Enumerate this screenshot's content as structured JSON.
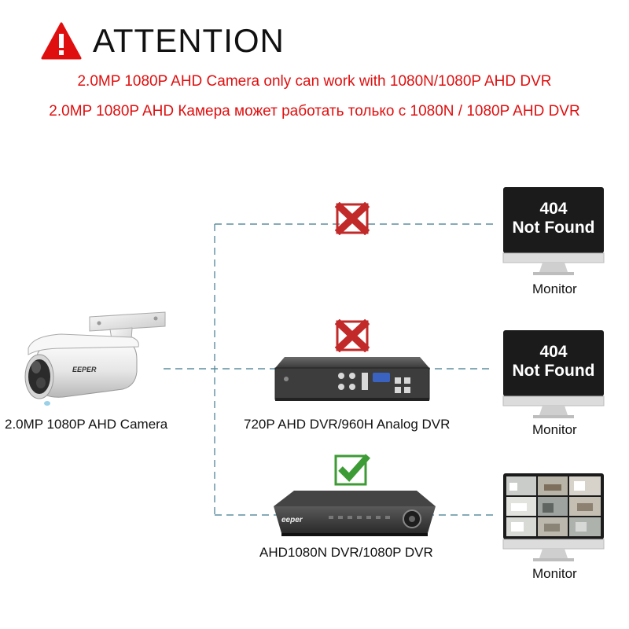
{
  "header": {
    "title": "ATTENTION",
    "note_en": "2.0MP 1080P AHD Camera only can work with 1080N/1080P AHD DVR",
    "note_ru": "2.0MP 1080P AHD Камера может работать только с 1080N / 1080P AHD DVR"
  },
  "camera": {
    "label": "2.0MP 1080P AHD Camera",
    "brand": "EEPER"
  },
  "dvrs": [
    {
      "label": "720P AHD DVR/960H Analog DVR",
      "status": "incompatible"
    },
    {
      "label": "AHD1080N DVR/1080P DVR",
      "status": "compatible",
      "brand": "eeper"
    }
  ],
  "monitors": [
    {
      "label": "Monitor",
      "screen_line1": "404",
      "screen_line2": "Not Found"
    },
    {
      "label": "Monitor",
      "screen_line1": "404",
      "screen_line2": "Not Found"
    },
    {
      "label": "Monitor"
    }
  ],
  "colors": {
    "warning_red": "#e00f0f",
    "cross_red": "#c22a2a",
    "check_green": "#3d9b35",
    "wire": "#5d8fa0"
  },
  "icons": [
    "warning-icon",
    "cross-icon",
    "check-icon",
    "camera-icon",
    "dvr-icon",
    "monitor-icon"
  ]
}
